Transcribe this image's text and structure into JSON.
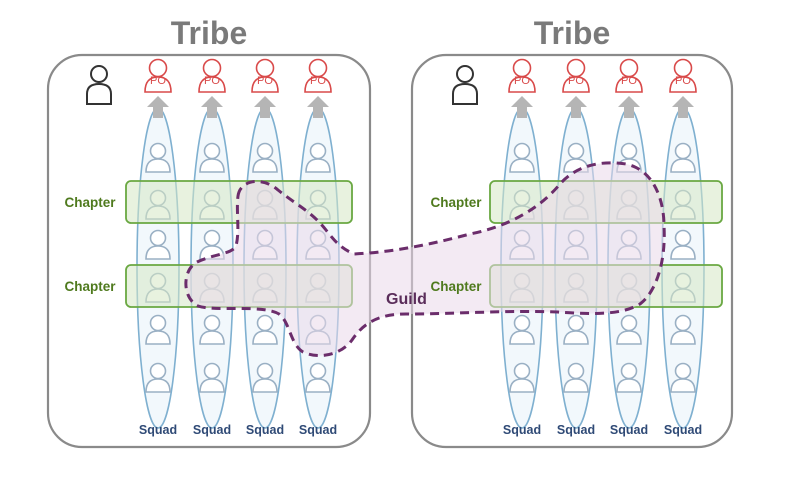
{
  "tribes": [
    {
      "title": "Tribe",
      "squads": [
        "Squad",
        "Squad",
        "Squad",
        "Squad"
      ],
      "chapters": [
        "Chapter",
        "Chapter"
      ],
      "product_owners": [
        "PO",
        "PO",
        "PO",
        "PO"
      ]
    },
    {
      "title": "Tribe",
      "squads": [
        "Squad",
        "Squad",
        "Squad",
        "Squad"
      ],
      "chapters": [
        "Chapter",
        "Chapter"
      ],
      "product_owners": [
        "PO",
        "PO",
        "PO",
        "PO"
      ]
    }
  ],
  "guild": {
    "label": "Guild"
  },
  "colors": {
    "tribe_border": "#8a8a8a",
    "tribe_title": "#7a7a7a",
    "squad_fill": "#eef5fb",
    "squad_stroke": "#7fb0d0",
    "chapter_fill": "#d6e8c4",
    "chapter_stroke": "#6aa842",
    "chapter_text": "#4f7a1e",
    "guild_fill": "#ead9ea",
    "guild_stroke": "#6b2d6b",
    "po_color": "#d94a4a",
    "arrow_color": "#b5b5b5",
    "person_stroke": "#9ab0c4",
    "squad_text": "#2f4a76"
  },
  "icons": {
    "agile_coach": "person-outline-icon",
    "member": "person-icon",
    "product_owner": "po-person-icon"
  }
}
